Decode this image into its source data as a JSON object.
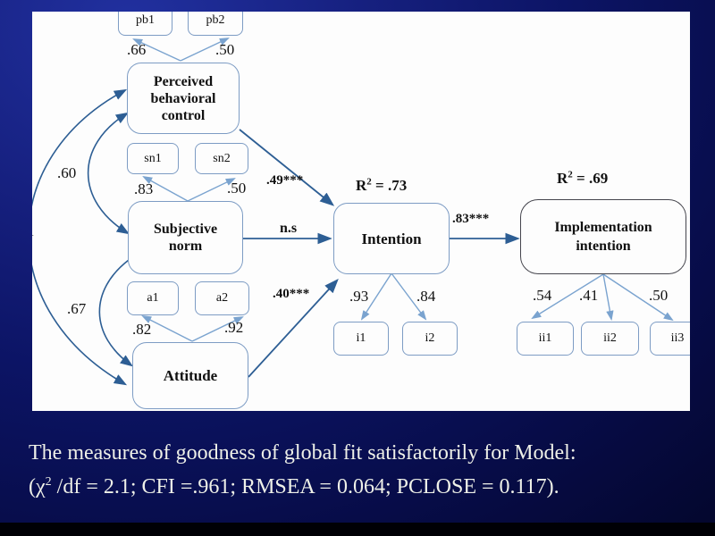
{
  "colors": {
    "background_blue": "#16207f",
    "panel_white": "#fdfdfd",
    "box_border_blue": "#7d9cc4",
    "impl_border_gray": "#45454d",
    "arrow_dark_blue": "#2d5e94",
    "arrow_light_blue": "#7aa3cf",
    "diagram_text": "#111111",
    "caption_white": "#eef0e8",
    "bottom_bar_black": "#000005"
  },
  "diagram": {
    "latent_pbc": {
      "line1": "Perceived",
      "line2": "behavioral",
      "line3": "control"
    },
    "latent_sn": {
      "line1": "Subjective",
      "line2": "norm"
    },
    "latent_att": {
      "label": "Attitude"
    },
    "latent_int": {
      "label": "Intention"
    },
    "latent_impl": {
      "line1": "Implementation",
      "line2": "intention"
    },
    "indicators": {
      "pb1": "pb1",
      "pb2": "pb2",
      "sn1": "sn1",
      "sn2": "sn2",
      "a1": "a1",
      "a2": "a2",
      "i1": "i1",
      "i2": "i2",
      "ii1": "ii1",
      "ii2": "ii2",
      "ii3": "ii3"
    },
    "loadings": {
      "pb1": ".66",
      "pb2": ".50",
      "sn1": ".83",
      "sn2": ".50",
      "a1": ".82",
      "a2": ".92",
      "i1": ".93",
      "i2": ".84",
      "ii1": ".54",
      "ii2": ".41",
      "ii3": ".50"
    },
    "path_coefficients": {
      "pbc_to_intention": ".49***",
      "sn_to_intention": "n.s",
      "att_to_intention": ".40***",
      "intention_to_impl": ".83***"
    },
    "correlations": {
      "pbc_sn": ".60",
      "sn_att": ".67",
      "pbc_att_visible_fragment": "1"
    },
    "r2_intention": {
      "base": "R",
      "sup": "2",
      "rest": " = .73"
    },
    "r2_impl": {
      "base": "R",
      "sup": "2",
      "rest": " = .69"
    }
  },
  "caption": {
    "line1": "The measures of goodness of global fit satisfactorily for Model:",
    "line2_open": "(χ",
    "line2_sup": "2",
    "line2_rest": " /df = 2.1; CFI =.961; RMSEA = 0.064; PCLOSE = 0.117)."
  }
}
